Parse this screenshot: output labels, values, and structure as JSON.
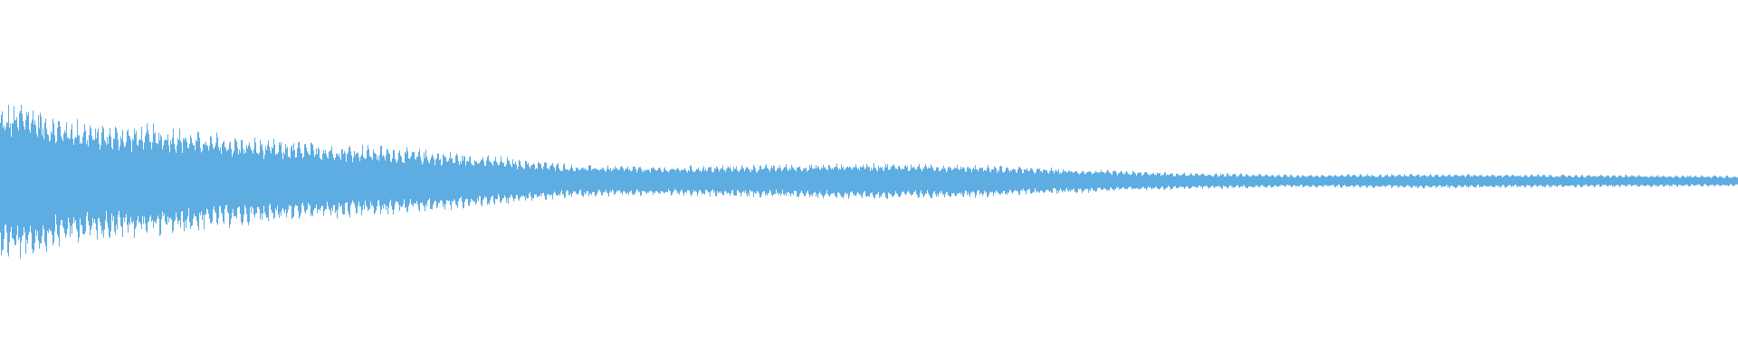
{
  "waveform": {
    "color": "#5DACE2",
    "background": "#FFFFFF",
    "envelope": [
      {
        "t": 0.0,
        "amp": 0.8
      },
      {
        "t": 0.015,
        "amp": 0.9
      },
      {
        "t": 0.03,
        "amp": 0.72
      },
      {
        "t": 0.06,
        "amp": 0.62
      },
      {
        "t": 0.1,
        "amp": 0.6
      },
      {
        "t": 0.12,
        "amp": 0.52
      },
      {
        "t": 0.16,
        "amp": 0.44
      },
      {
        "t": 0.22,
        "amp": 0.38
      },
      {
        "t": 0.28,
        "amp": 0.28
      },
      {
        "t": 0.33,
        "amp": 0.18
      },
      {
        "t": 0.38,
        "amp": 0.16
      },
      {
        "t": 0.44,
        "amp": 0.18
      },
      {
        "t": 0.5,
        "amp": 0.2
      },
      {
        "t": 0.56,
        "amp": 0.18
      },
      {
        "t": 0.62,
        "amp": 0.13
      },
      {
        "t": 0.68,
        "amp": 0.09
      },
      {
        "t": 0.75,
        "amp": 0.07
      },
      {
        "t": 0.82,
        "amp": 0.08
      },
      {
        "t": 0.9,
        "amp": 0.07
      },
      {
        "t": 1.0,
        "amp": 0.06
      }
    ]
  }
}
